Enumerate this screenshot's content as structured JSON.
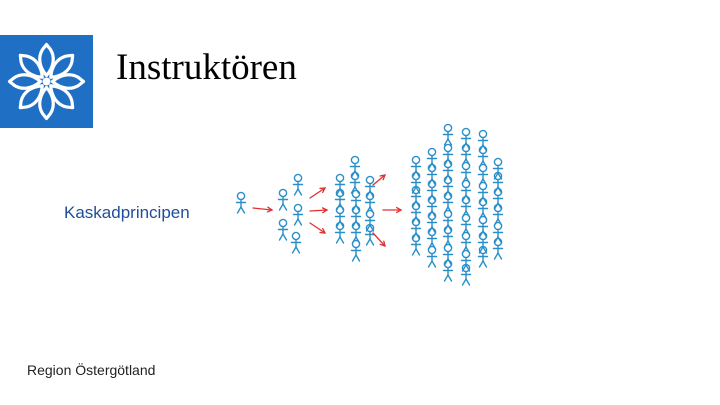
{
  "slide": {
    "title": "Instruktören",
    "subtitle": "Kaskadprincipen",
    "footer": "Region Östergötland"
  },
  "colors": {
    "logo_background": "#1f6fc4",
    "figures": "#2a8fc8",
    "arrows": "#e03030",
    "subtitle_text": "#1f4e9a"
  },
  "icons": {
    "logo": "cornflower-emblem-icon",
    "figure": "stick-figure-icon",
    "arrow": "red-arrow-icon"
  }
}
